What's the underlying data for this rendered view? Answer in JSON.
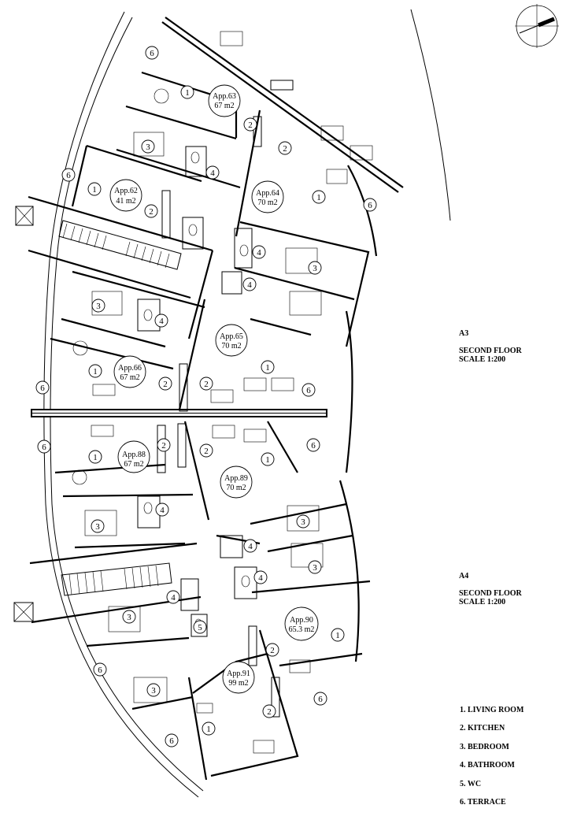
{
  "apartments": [
    {
      "id": "app63",
      "name": "App.63",
      "area": "67 m2"
    },
    {
      "id": "app62",
      "name": "App.62",
      "area": "41 m2"
    },
    {
      "id": "app64",
      "name": "App.64",
      "area": "70 m2"
    },
    {
      "id": "app65",
      "name": "App.65",
      "area": "70 m2"
    },
    {
      "id": "app66",
      "name": "App.66",
      "area": "67 m2"
    },
    {
      "id": "app88",
      "name": "App.88",
      "area": "67 m2"
    },
    {
      "id": "app89",
      "name": "App.89",
      "area": "70 m2"
    },
    {
      "id": "app90",
      "name": "App.90",
      "area": "65.3 m2"
    },
    {
      "id": "app91",
      "name": "App.91",
      "area": "99 m2"
    }
  ],
  "room_numbers": [
    "1",
    "2",
    "3",
    "4",
    "5",
    "6"
  ],
  "sections": [
    {
      "code": "A3",
      "title": "SECOND FLOOR",
      "scale": "SCALE 1:200"
    },
    {
      "code": "A4",
      "title": "SECOND FLOOR",
      "scale": "SCALE 1:200"
    }
  ],
  "legend": [
    "1. LIVING ROOM",
    "2. KITCHEN",
    "3. BEDROOM",
    "4. BATHROOM",
    "5. WC",
    "6. TERRACE"
  ],
  "north_arrow_icon": "north-arrow-icon"
}
